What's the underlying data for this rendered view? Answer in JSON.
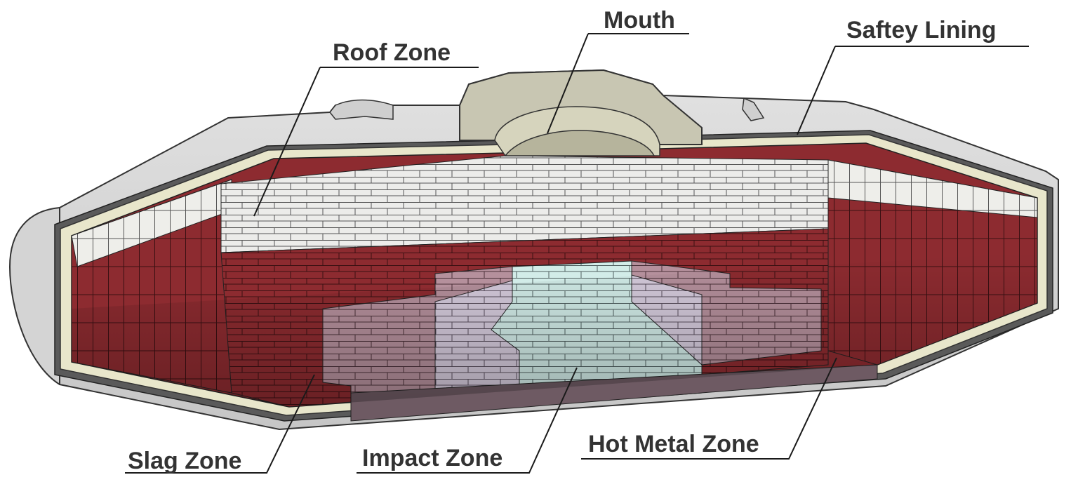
{
  "diagram": {
    "callouts": {
      "mouth": "Mouth",
      "roof_zone": "Roof Zone",
      "safety_lining": "Saftey Lining",
      "slag_zone": "Slag Zone",
      "impact_zone": "Impact Zone",
      "hot_metal_zone": "Hot Metal Zone"
    },
    "colors": {
      "shell": "#d9d9d9",
      "shell_dark": "#8c8c8c",
      "safety_lining": "#e6e4c8",
      "roof_brick": "#ebebe6",
      "slag_brick": "#8c2a2e",
      "impact_brick": "#d4d4e8",
      "impact_core": "#cfe6e8",
      "text": "#333333"
    }
  }
}
